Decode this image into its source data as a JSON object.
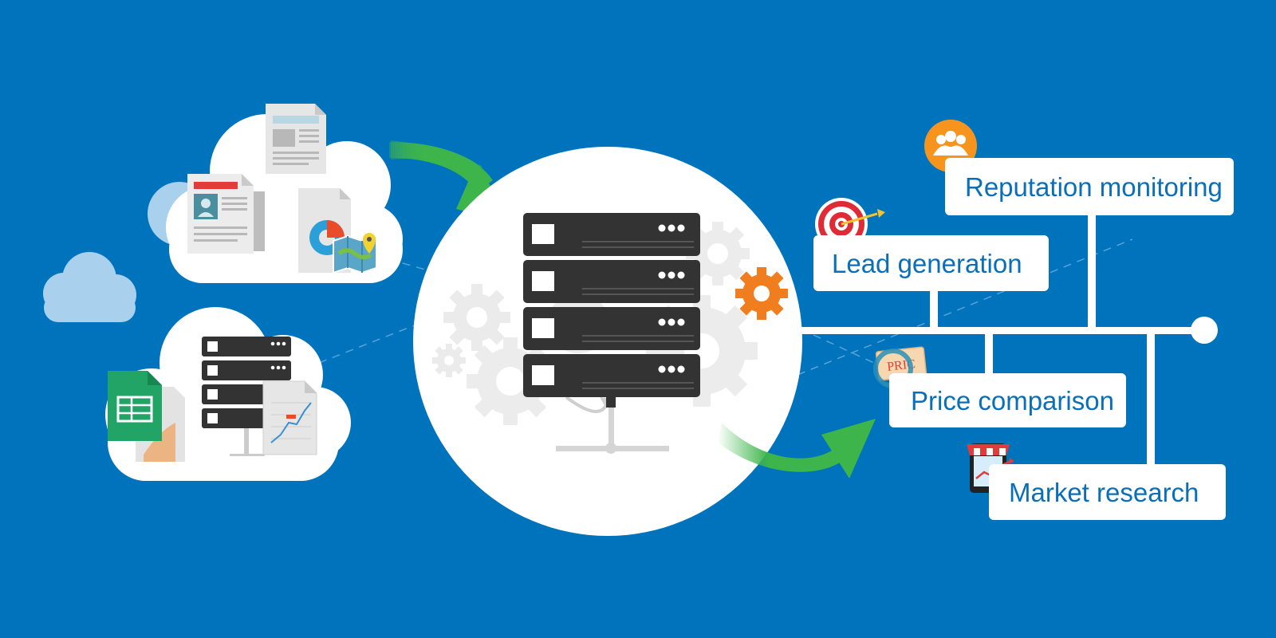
{
  "labels": {
    "reputation": "Reputation monitoring",
    "lead": "Lead generation",
    "price": "Price comparison",
    "market": "Market research"
  },
  "price_tag_text": "PRIC",
  "colors": {
    "background": "#0073bd",
    "cloud": "#ffffff",
    "light_cloud": "#a9d1ee",
    "arrow": "#3db54a",
    "server": "#333333",
    "gear": "#f07e1f",
    "target_red": "#e02a36",
    "label_text": "#0a6fb8",
    "people_badge": "#f7941d",
    "sheet_green": "#21a465"
  },
  "icons": [
    "cloud-icon",
    "newspaper-icon",
    "document-icon",
    "profile-document-icon",
    "pie-report-icon",
    "map-pin-icon",
    "server-icon",
    "spreadsheet-icon",
    "line-chart-icon",
    "gear-icon",
    "target-icon",
    "people-icon",
    "magnifier-icon",
    "shop-phone-icon",
    "arrow-icon"
  ]
}
